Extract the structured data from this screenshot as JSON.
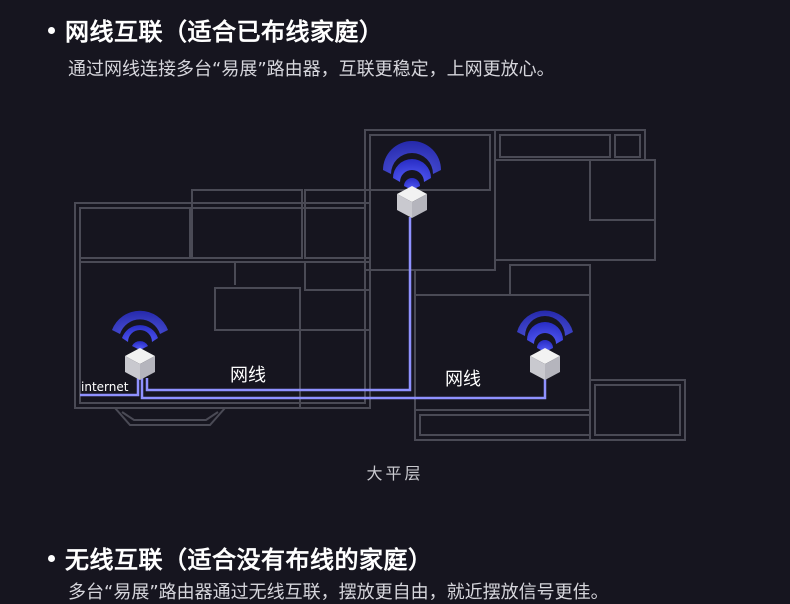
{
  "section1": {
    "heading": "网线互联（适合已布线家庭）",
    "description": "通过网线连接多台“易展”路由器，互联更稳定，上网更放心。"
  },
  "diagram": {
    "internet_label": "internet",
    "cable_label_1": "网线",
    "cable_label_2": "网线",
    "floor_label": "大平层",
    "colors": {
      "cable": "#8f91ff",
      "wall": "#4a4a55",
      "signal": "#3a46ff",
      "router_top": "#f2f2f2",
      "router_side": "#c9c9cf"
    }
  },
  "section2": {
    "heading": "无线互联（适合没有布线的家庭）",
    "description": "多台“易展”路由器通过无线互联，摆放更自由，就近摆放信号更佳。"
  }
}
